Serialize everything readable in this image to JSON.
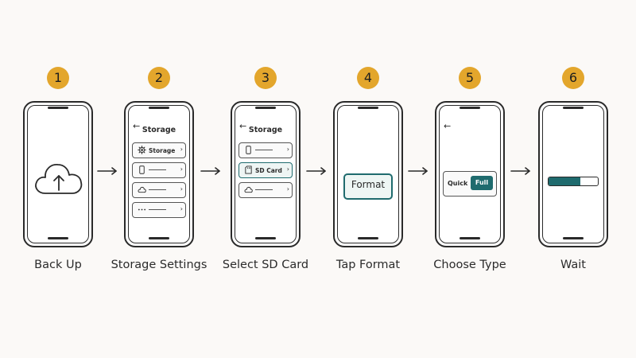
{
  "steps": [
    {
      "number": "1",
      "caption": "Back Up"
    },
    {
      "number": "2",
      "caption": "Storage Settings"
    },
    {
      "number": "3",
      "caption": "Select SD Card"
    },
    {
      "number": "4",
      "caption": "Tap Format"
    },
    {
      "number": "5",
      "caption": "Choose Type"
    },
    {
      "number": "6",
      "caption": "Wait"
    }
  ],
  "screens": {
    "storage_settings": {
      "back_glyph": "←",
      "title": "Storage",
      "rows": [
        {
          "icon": "gear-icon",
          "label": "Storage"
        },
        {
          "icon": "phone-icon",
          "label": ""
        },
        {
          "icon": "cloud-icon",
          "label": ""
        },
        {
          "icon": "more-icon",
          "label": ""
        }
      ]
    },
    "select_sd_card": {
      "back_glyph": "←",
      "title": "Storage",
      "rows": [
        {
          "icon": "phone-icon",
          "label": ""
        },
        {
          "icon": "sd-card-icon",
          "label": "SD Card",
          "selected": true
        },
        {
          "icon": "cloud-icon",
          "label": ""
        }
      ]
    },
    "tap_format": {
      "button_label": "Format"
    },
    "choose_type": {
      "back_glyph": "←",
      "options": [
        "Quick",
        "Full"
      ],
      "selected": "Full"
    },
    "wait": {
      "progress": 0.65
    }
  },
  "connector_glyph": "→",
  "chevron_glyph": "›",
  "colors": {
    "badge": "#e3a62c",
    "accent": "#1f6b6e",
    "background": "#fbf9f7"
  }
}
